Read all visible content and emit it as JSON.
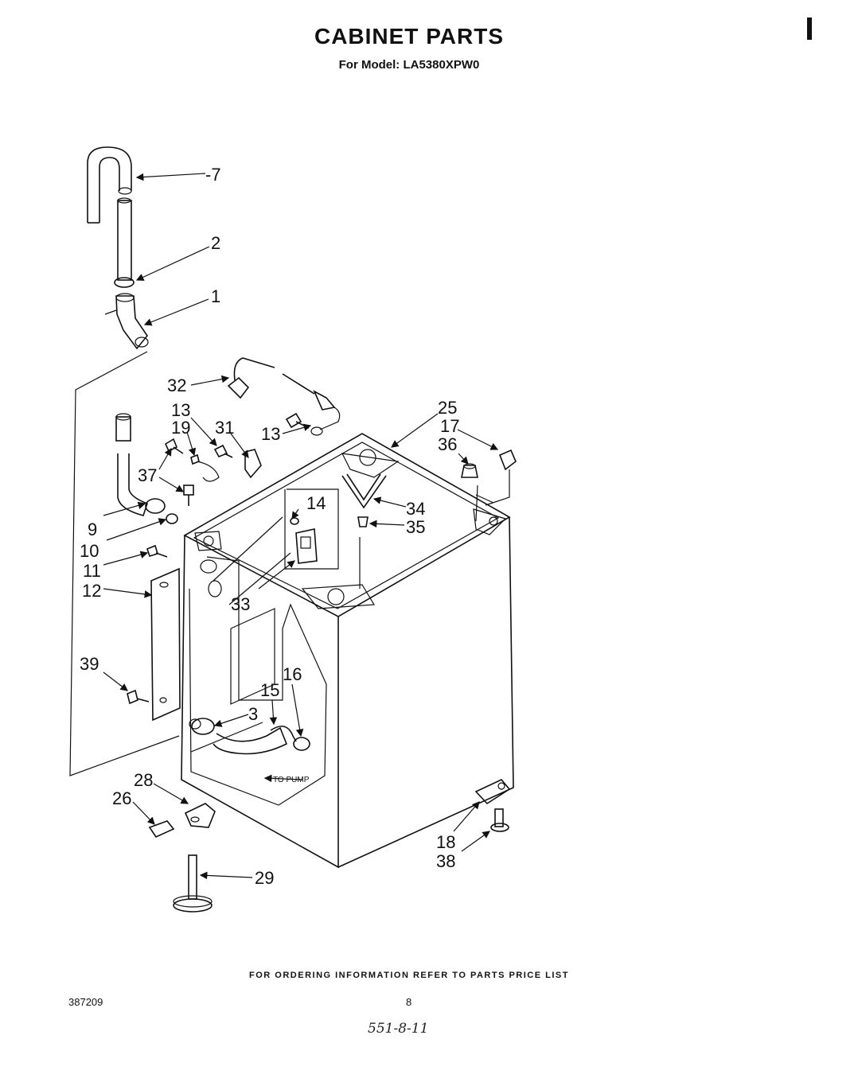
{
  "header": {
    "title": "CABINET PARTS",
    "subtitle": "For Model: LA5380XPW0"
  },
  "diagram": {
    "callouts": [
      {
        "id": "c7",
        "text": "-7"
      },
      {
        "id": "c2",
        "text": "2"
      },
      {
        "id": "c1",
        "text": "1"
      },
      {
        "id": "c32",
        "text": "32"
      },
      {
        "id": "c13a",
        "text": "13"
      },
      {
        "id": "c19",
        "text": "19"
      },
      {
        "id": "c13b",
        "text": "13"
      },
      {
        "id": "c31",
        "text": "31"
      },
      {
        "id": "c37",
        "text": "37"
      },
      {
        "id": "c9",
        "text": "9"
      },
      {
        "id": "c10",
        "text": "10"
      },
      {
        "id": "c11",
        "text": "11"
      },
      {
        "id": "c12",
        "text": "12"
      },
      {
        "id": "c14",
        "text": "14"
      },
      {
        "id": "c33",
        "text": "33"
      },
      {
        "id": "c25",
        "text": "25"
      },
      {
        "id": "c17",
        "text": "17"
      },
      {
        "id": "c36",
        "text": "36"
      },
      {
        "id": "c34",
        "text": "34"
      },
      {
        "id": "c35",
        "text": "35"
      },
      {
        "id": "c39",
        "text": "39"
      },
      {
        "id": "c16",
        "text": "16"
      },
      {
        "id": "c15",
        "text": "15"
      },
      {
        "id": "c3",
        "text": "3"
      },
      {
        "id": "c28",
        "text": "28"
      },
      {
        "id": "c26",
        "text": "26"
      },
      {
        "id": "c29",
        "text": "29"
      },
      {
        "id": "c18",
        "text": "18"
      },
      {
        "id": "c38",
        "text": "38"
      }
    ],
    "pump_label": "TO PUMP"
  },
  "footer": {
    "ordering_info": "FOR ORDERING INFORMATION REFER TO PARTS PRICE LIST",
    "document_number": "387209",
    "page_number": "8",
    "handwritten_note": "551-8-11"
  }
}
